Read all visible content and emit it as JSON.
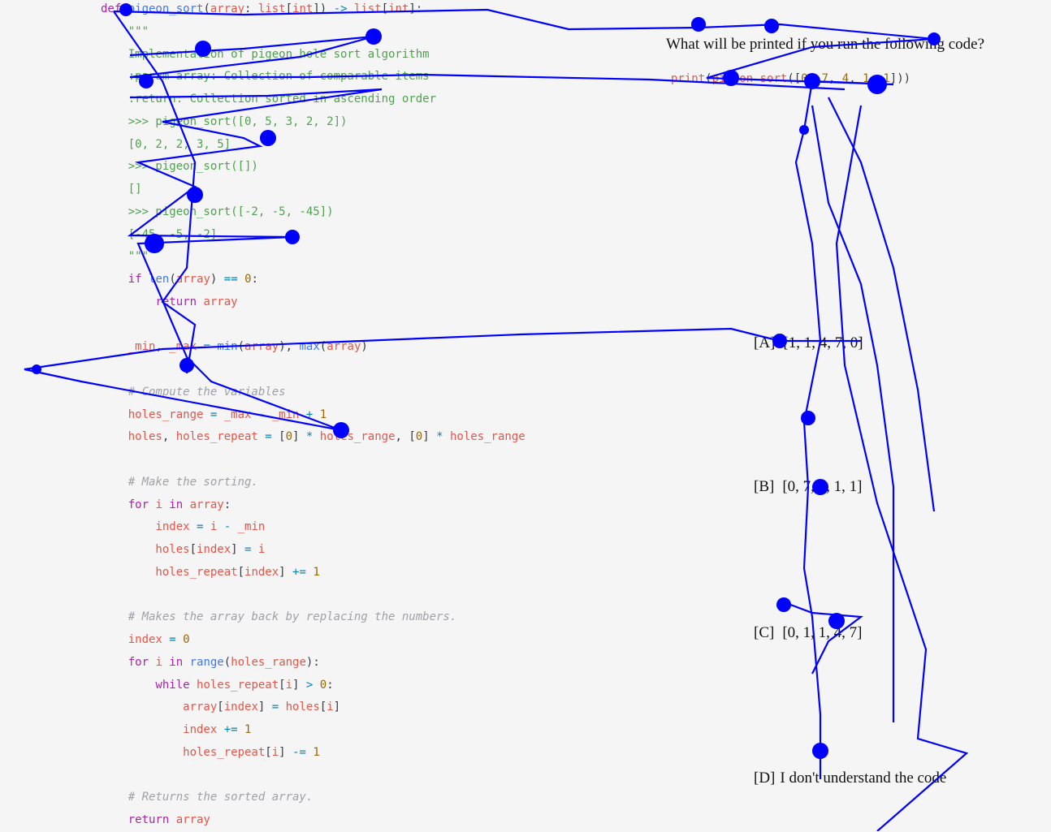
{
  "code": [
    [
      [
        "def ",
        "kw"
      ],
      [
        "pigeon_sort",
        "fn"
      ],
      [
        "(",
        "pl"
      ],
      [
        "array",
        "id"
      ],
      [
        ": ",
        "pl"
      ],
      [
        "list",
        "id"
      ],
      [
        "[",
        "pl"
      ],
      [
        "int",
        "id"
      ],
      [
        "]) ",
        "pl"
      ],
      [
        "->",
        "op"
      ],
      [
        " ",
        "pl"
      ],
      [
        "list",
        "id"
      ],
      [
        "[",
        "pl"
      ],
      [
        "int",
        "id"
      ],
      [
        "]:",
        "pl"
      ]
    ],
    [
      [
        "    \"\"\"",
        "doc"
      ]
    ],
    [
      [
        "    Implementation of pigeon hole sort algorithm",
        "doc"
      ]
    ],
    [
      [
        "    :param array: Collection of comparable items",
        "doc"
      ]
    ],
    [
      [
        "    :return: Collection sorted in ascending order",
        "doc"
      ]
    ],
    [
      [
        "    >>> pigeon_sort([0, 5, 3, 2, 2])",
        "doc"
      ]
    ],
    [
      [
        "    [0, 2, 2, 3, 5]",
        "doc"
      ]
    ],
    [
      [
        "    >>> pigeon_sort([])",
        "doc"
      ]
    ],
    [
      [
        "    []",
        "doc"
      ]
    ],
    [
      [
        "    >>> pigeon_sort([-2, -5, -45])",
        "doc"
      ]
    ],
    [
      [
        "    [-45, -5, -2]",
        "doc"
      ]
    ],
    [
      [
        "    \"\"\"",
        "doc"
      ]
    ],
    [
      [
        "    if ",
        "kw"
      ],
      [
        "len",
        "fn"
      ],
      [
        "(",
        "pl"
      ],
      [
        "array",
        "id"
      ],
      [
        ") ",
        "pl"
      ],
      [
        "==",
        "op"
      ],
      [
        " ",
        "pl"
      ],
      [
        "0",
        "num"
      ],
      [
        ":",
        "pl"
      ]
    ],
    [
      [
        "        return ",
        "kw"
      ],
      [
        "array",
        "id"
      ]
    ],
    [
      [
        "",
        ""
      ]
    ],
    [
      [
        "    _min",
        "id"
      ],
      [
        ", ",
        "pl"
      ],
      [
        "_max",
        "id"
      ],
      [
        " = ",
        "op"
      ],
      [
        "min",
        "fn"
      ],
      [
        "(",
        "pl"
      ],
      [
        "array",
        "id"
      ],
      [
        "), ",
        "pl"
      ],
      [
        "max",
        "fn"
      ],
      [
        "(",
        "pl"
      ],
      [
        "array",
        "id"
      ],
      [
        ")",
        "pl"
      ]
    ],
    [
      [
        "",
        ""
      ]
    ],
    [
      [
        "    # Compute the variables",
        "cm"
      ]
    ],
    [
      [
        "    holes_range",
        "id"
      ],
      [
        " = ",
        "op"
      ],
      [
        "_max",
        "id"
      ],
      [
        " - ",
        "op"
      ],
      [
        "_min",
        "id"
      ],
      [
        " + ",
        "op"
      ],
      [
        "1",
        "num"
      ]
    ],
    [
      [
        "    holes",
        "id"
      ],
      [
        ", ",
        "pl"
      ],
      [
        "holes_repeat",
        "id"
      ],
      [
        " = ",
        "op"
      ],
      [
        "[",
        "pl"
      ],
      [
        "0",
        "num"
      ],
      [
        "] ",
        "pl"
      ],
      [
        "*",
        "op"
      ],
      [
        " ",
        "pl"
      ],
      [
        "holes_range",
        "id"
      ],
      [
        ", [",
        "pl"
      ],
      [
        "0",
        "num"
      ],
      [
        "] ",
        "pl"
      ],
      [
        "*",
        "op"
      ],
      [
        " ",
        "pl"
      ],
      [
        "holes_range",
        "id"
      ]
    ],
    [
      [
        "",
        ""
      ]
    ],
    [
      [
        "    # Make the sorting.",
        "cm"
      ]
    ],
    [
      [
        "    for ",
        "kw"
      ],
      [
        "i",
        "id"
      ],
      [
        " in ",
        "kw"
      ],
      [
        "array",
        "id"
      ],
      [
        ":",
        "pl"
      ]
    ],
    [
      [
        "        index",
        "id"
      ],
      [
        " = ",
        "op"
      ],
      [
        "i",
        "id"
      ],
      [
        " - ",
        "op"
      ],
      [
        "_min",
        "id"
      ]
    ],
    [
      [
        "        holes",
        "id"
      ],
      [
        "[",
        "pl"
      ],
      [
        "index",
        "id"
      ],
      [
        "] ",
        "pl"
      ],
      [
        "=",
        "op"
      ],
      [
        " ",
        "pl"
      ],
      [
        "i",
        "id"
      ]
    ],
    [
      [
        "        holes_repeat",
        "id"
      ],
      [
        "[",
        "pl"
      ],
      [
        "index",
        "id"
      ],
      [
        "] ",
        "pl"
      ],
      [
        "+=",
        "op"
      ],
      [
        " ",
        "pl"
      ],
      [
        "1",
        "num"
      ]
    ],
    [
      [
        "",
        ""
      ]
    ],
    [
      [
        "    # Makes the array back by replacing the numbers.",
        "cm"
      ]
    ],
    [
      [
        "    index",
        "id"
      ],
      [
        " = ",
        "op"
      ],
      [
        "0",
        "num"
      ]
    ],
    [
      [
        "    for ",
        "kw"
      ],
      [
        "i",
        "id"
      ],
      [
        " in ",
        "kw"
      ],
      [
        "range",
        "fn"
      ],
      [
        "(",
        "pl"
      ],
      [
        "holes_range",
        "id"
      ],
      [
        "):",
        "pl"
      ]
    ],
    [
      [
        "        while ",
        "kw"
      ],
      [
        "holes_repeat",
        "id"
      ],
      [
        "[",
        "pl"
      ],
      [
        "i",
        "id"
      ],
      [
        "] ",
        "pl"
      ],
      [
        ">",
        "op"
      ],
      [
        " ",
        "pl"
      ],
      [
        "0",
        "num"
      ],
      [
        ":",
        "pl"
      ]
    ],
    [
      [
        "            array",
        "id"
      ],
      [
        "[",
        "pl"
      ],
      [
        "index",
        "id"
      ],
      [
        "] ",
        "pl"
      ],
      [
        "=",
        "op"
      ],
      [
        " ",
        "pl"
      ],
      [
        "holes",
        "id"
      ],
      [
        "[",
        "pl"
      ],
      [
        "i",
        "id"
      ],
      [
        "]",
        "pl"
      ]
    ],
    [
      [
        "            index",
        "id"
      ],
      [
        " += ",
        "op"
      ],
      [
        "1",
        "num"
      ]
    ],
    [
      [
        "            holes_repeat",
        "id"
      ],
      [
        "[",
        "pl"
      ],
      [
        "i",
        "id"
      ],
      [
        "] ",
        "pl"
      ],
      [
        "-=",
        "op"
      ],
      [
        " ",
        "pl"
      ],
      [
        "1",
        "num"
      ]
    ],
    [
      [
        "",
        ""
      ]
    ],
    [
      [
        "    # Returns the sorted array.",
        "cm"
      ]
    ],
    [
      [
        "    return ",
        "kw"
      ],
      [
        "array",
        "id"
      ]
    ]
  ],
  "question": "What will be printed if you run the following code?",
  "print_code": [
    [
      "print",
      "id"
    ],
    [
      "(",
      "pl"
    ],
    [
      "pigeon_sort",
      "id"
    ],
    [
      "([",
      "pl"
    ],
    [
      "0",
      "num"
    ],
    [
      ", ",
      "pl"
    ],
    [
      "7",
      "num"
    ],
    [
      ", ",
      "pl"
    ],
    [
      "4",
      "num"
    ],
    [
      ", ",
      "pl"
    ],
    [
      "1",
      "num"
    ],
    [
      ", ",
      "pl"
    ],
    [
      "1",
      "num"
    ],
    [
      "]))",
      "pl"
    ]
  ],
  "options": [
    {
      "key": "[A]",
      "text": "[1, 1, 4, 7, 0]"
    },
    {
      "key": "[B]",
      "text": "[0, 7, 4, 1, 1]"
    },
    {
      "key": "[C]",
      "text": "[0, 1, 1, 4, 7]"
    },
    {
      "key": "[D]",
      "text": "I don't understand the code"
    }
  ],
  "colors": {
    "gaze": "#0000ff",
    "background": "#f5f5f5"
  }
}
